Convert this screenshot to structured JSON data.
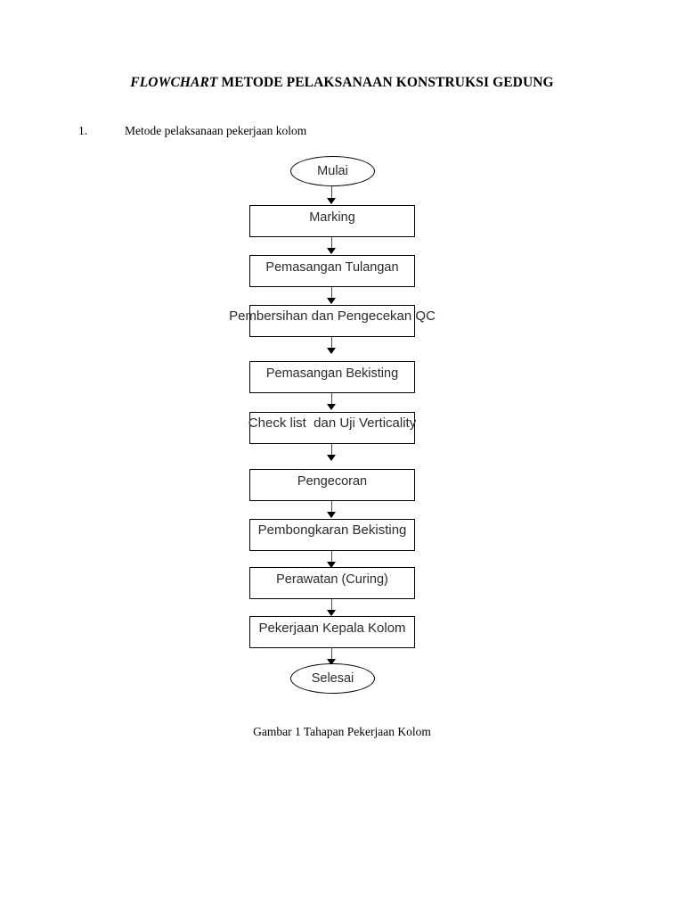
{
  "document": {
    "title_emphasis": "FLOWCHART",
    "title_rest": " METODE PELAKSANAAN KONSTRUKSI GEDUNG",
    "caption": "Gambar 1 Tahapan Pekerjaan Kolom"
  },
  "list": {
    "number": "1.",
    "text": "Metode pelaksanaan pekerjaan kolom"
  },
  "flowchart": {
    "start": "Mulai",
    "end": "Selesai",
    "steps": [
      {
        "label": "Marking"
      },
      {
        "label": "Pemasangan Tulangan"
      },
      {
        "label": "Pembersihan dan Pengecekan QC"
      },
      {
        "label": "Pemasangan Bekisting"
      },
      {
        "label": "Check list  dan Uji Verticality"
      },
      {
        "label": "Pengecoran"
      },
      {
        "label": "Pembongkaran Bekisting"
      },
      {
        "label": "Perawatan (Curing)"
      },
      {
        "label": "Pekerjaan Kepala Kolom"
      }
    ]
  },
  "colors": {
    "page_background": "#ffffff",
    "ink": "#000000",
    "node_text": "#2b2b2b",
    "connector": "#4a4a4a"
  }
}
